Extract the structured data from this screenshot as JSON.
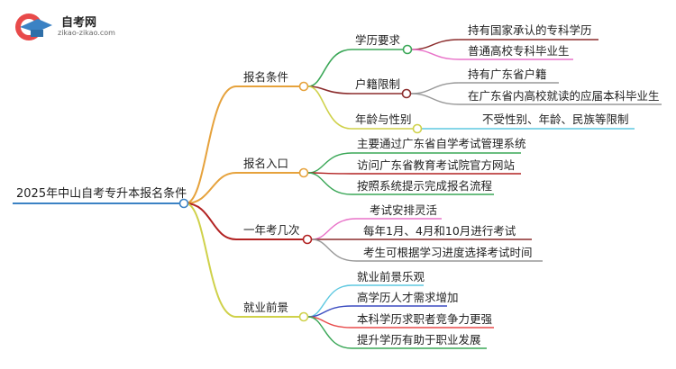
{
  "logo": {
    "title": "自考网",
    "subtitle": "zikao-zikao.com"
  },
  "root": "2025年中山自考专升本报名条件",
  "branches": [
    {
      "label": "报名条件",
      "color": "#e6a23c",
      "children": [
        {
          "label": "学历要求",
          "color": "#3aa757",
          "children": [
            "持有国家承认的专科学历",
            "普通高校专科毕业生"
          ]
        },
        {
          "label": "户籍限制",
          "color": "#8b2c2c",
          "children": [
            "持有广东省户籍",
            "在广东省内高校就读的应届本科毕业生"
          ]
        },
        {
          "label": "年龄与性别",
          "color": "#cfd14a",
          "children": [
            "不受性别、年龄、民族等限制"
          ]
        }
      ]
    },
    {
      "label": "报名入口",
      "color": "#e6a23c",
      "children": [
        "主要通过广东省自学考试管理系统",
        "访问广东省教育考试院官方网站",
        "按照系统提示完成报名流程"
      ]
    },
    {
      "label": "一年考几次",
      "color": "#b22222",
      "children": [
        "考试安排灵活",
        "每年1月、4月和10月进行考试",
        "考生可根据学习进度选择考试时间"
      ]
    },
    {
      "label": "就业前景",
      "color": "#cfd14a",
      "children": [
        "就业前景乐观",
        "高学历人才需求增加",
        "本科学历求职者竞争力更强",
        "提升学历有助于职业发展"
      ]
    }
  ]
}
